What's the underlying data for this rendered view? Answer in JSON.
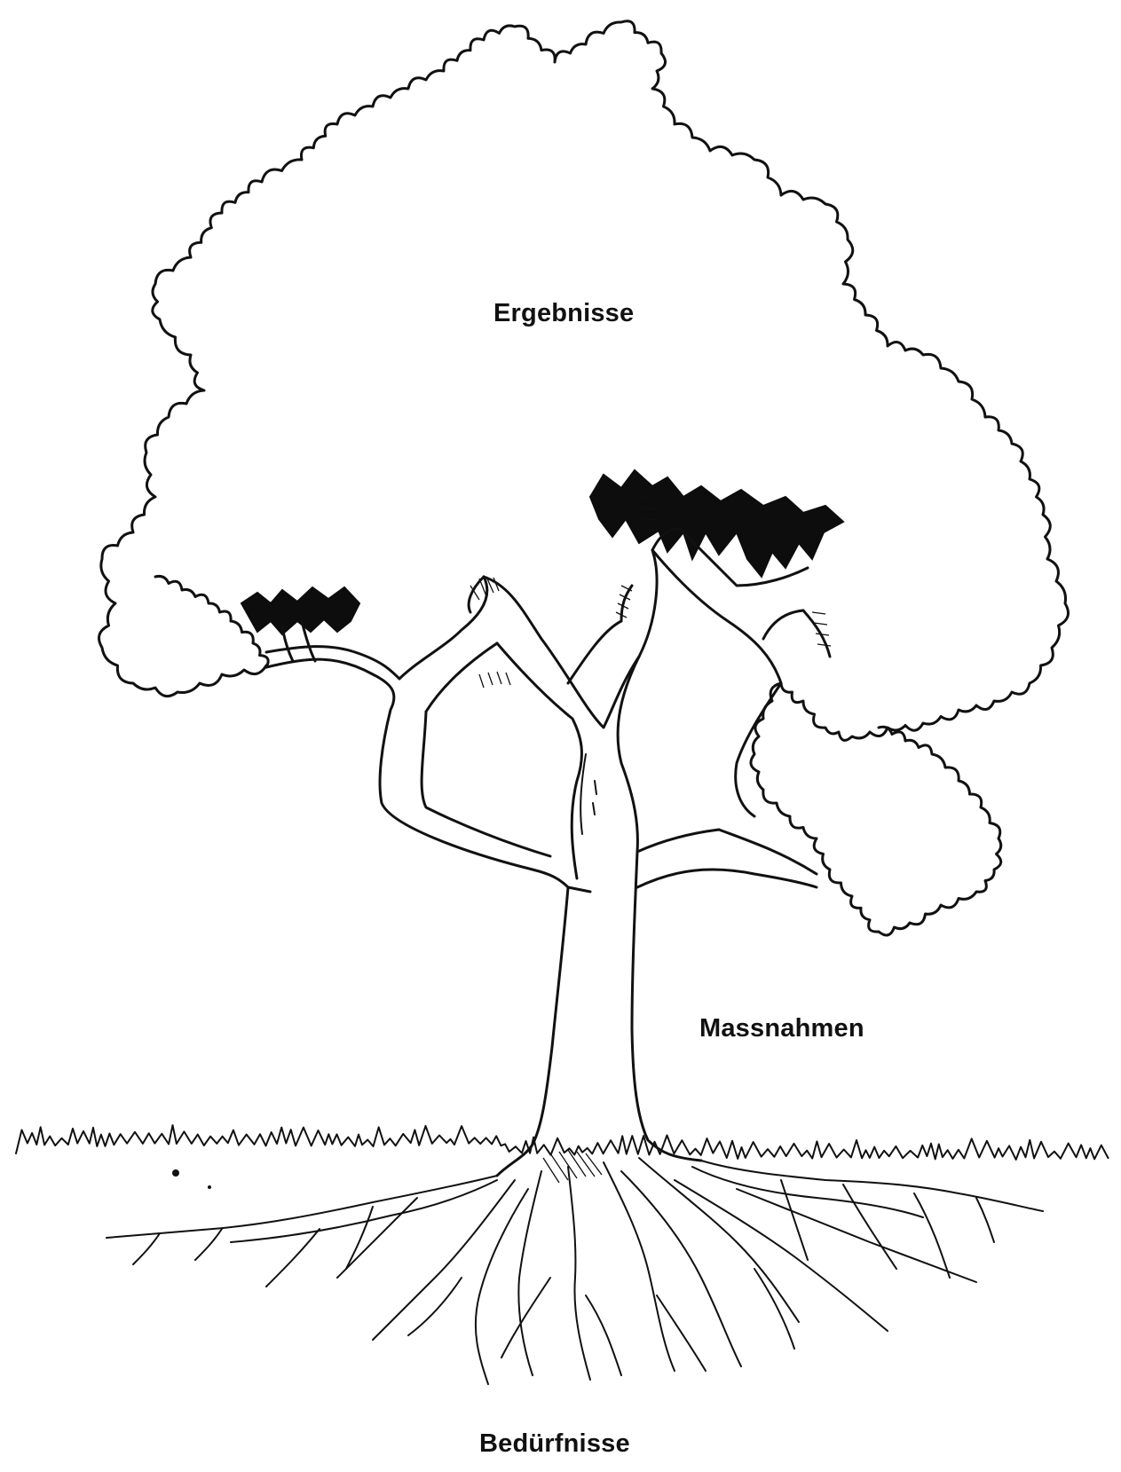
{
  "labels": {
    "crown": "Ergebnisse",
    "trunk": "Massnahmen",
    "roots": "Bedürfnisse"
  },
  "colors": {
    "ink": "#111111",
    "background": "#ffffff"
  }
}
